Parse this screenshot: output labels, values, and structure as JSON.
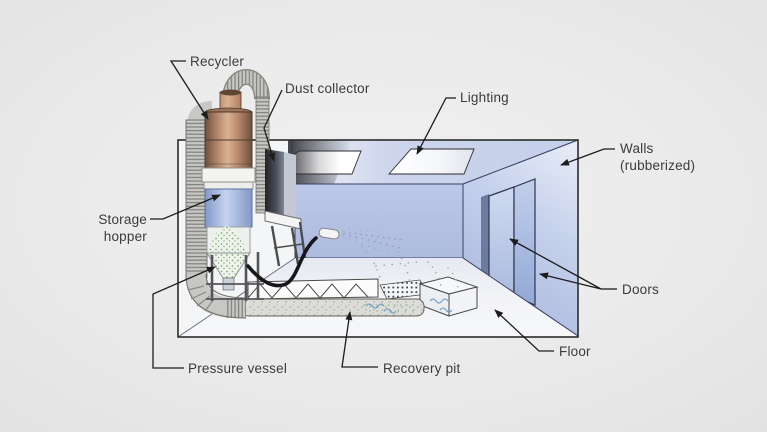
{
  "diagram": {
    "labels": {
      "recycler": "Recycler",
      "dust_collector": "Dust collector",
      "lighting": "Lighting",
      "walls_line1": "Walls",
      "walls_line2": "(rubberized)",
      "storage_hopper_line1": "Storage",
      "storage_hopper_line2": "hopper",
      "doors": "Doors",
      "pressure_vessel": "Pressure vessel",
      "recovery_pit": "Recovery pit",
      "floor": "Floor"
    },
    "colors": {
      "background": "#e9e9e9",
      "wall_blue": "#b6c3e4",
      "ceiling_blue": "#c9d3ea",
      "copper": "#a87e62",
      "hopper_blue": "#aebfe2",
      "abrasive_green": "#7fae7f",
      "hose_gray": "#c7c7c5",
      "leader_line": "#1d1d1e",
      "text": "#3b3b3d"
    }
  }
}
